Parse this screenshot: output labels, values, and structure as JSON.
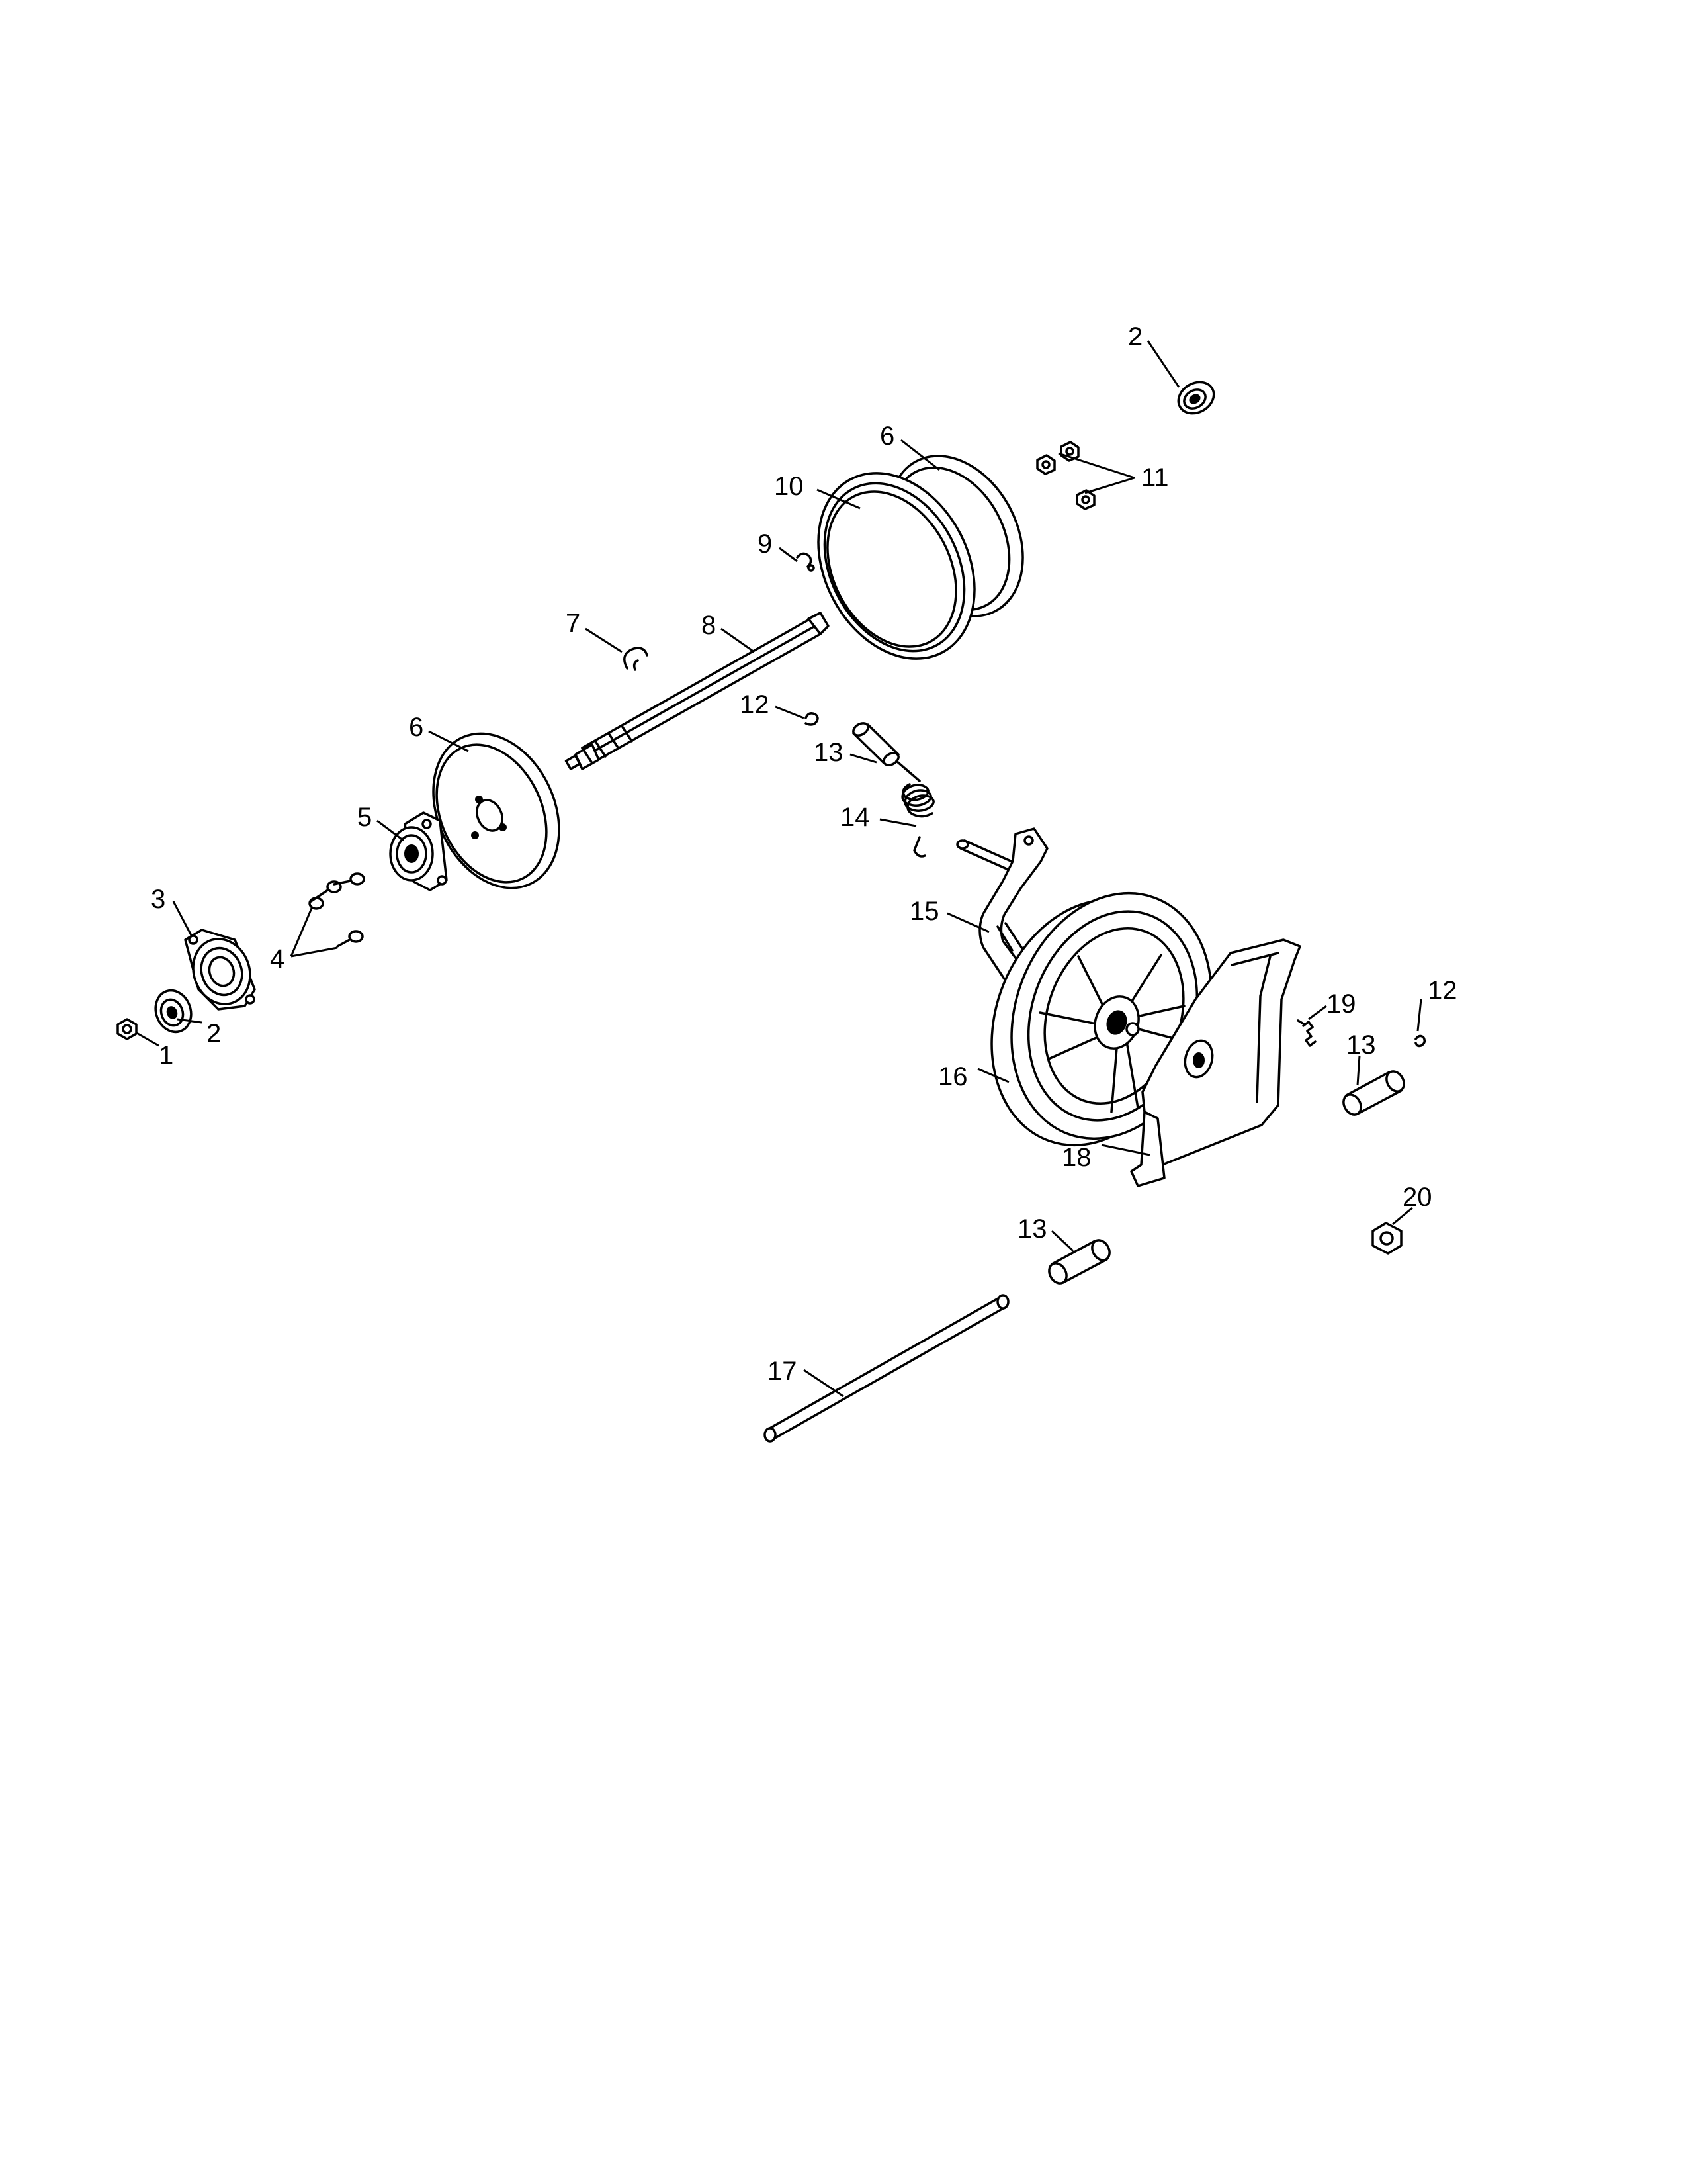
{
  "callouts": [
    {
      "id": "c-2-top",
      "text": "2"
    },
    {
      "id": "c-6-top",
      "text": "6"
    },
    {
      "id": "c-10",
      "text": "10"
    },
    {
      "id": "c-11",
      "text": "11"
    },
    {
      "id": "c-9",
      "text": "9"
    },
    {
      "id": "c-7",
      "text": "7"
    },
    {
      "id": "c-8",
      "text": "8"
    },
    {
      "id": "c-12-mid",
      "text": "12"
    },
    {
      "id": "c-6-mid",
      "text": "6"
    },
    {
      "id": "c-13-mid",
      "text": "13"
    },
    {
      "id": "c-5",
      "text": "5"
    },
    {
      "id": "c-14",
      "text": "14"
    },
    {
      "id": "c-3",
      "text": "3"
    },
    {
      "id": "c-15",
      "text": "15"
    },
    {
      "id": "c-4",
      "text": "4"
    },
    {
      "id": "c-19",
      "text": "19"
    },
    {
      "id": "c-12-right",
      "text": "12"
    },
    {
      "id": "c-2-left",
      "text": "2"
    },
    {
      "id": "c-1",
      "text": "1"
    },
    {
      "id": "c-13-right",
      "text": "13"
    },
    {
      "id": "c-16",
      "text": "16"
    },
    {
      "id": "c-18",
      "text": "18"
    },
    {
      "id": "c-20",
      "text": "20"
    },
    {
      "id": "c-13-low",
      "text": "13"
    },
    {
      "id": "c-17",
      "text": "17"
    }
  ]
}
